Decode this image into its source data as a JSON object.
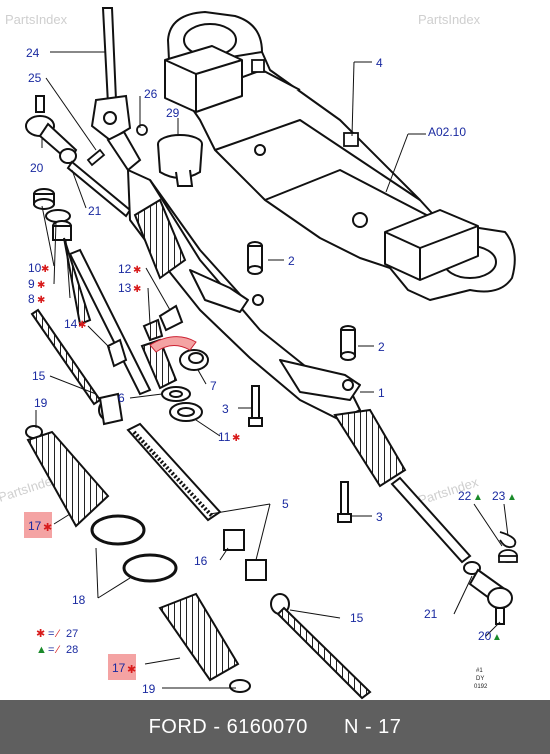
{
  "watermark": "PartsIndex",
  "callouts": {
    "c1": "1",
    "c2a": "2",
    "c2b": "2",
    "c3a": "3",
    "c3b": "3",
    "c4": "4",
    "c5": "5",
    "c6": "6",
    "c7": "7",
    "c8": "8",
    "c9": "9",
    "c10": "10",
    "c11": "11",
    "c12": "12",
    "c13": "13",
    "c14": "14",
    "c15a": "15",
    "c15b": "15",
    "c16": "16",
    "c17a": "17",
    "c17b": "17",
    "c18": "18",
    "c19a": "19",
    "c19b": "19",
    "c20a": "20",
    "c20b": "20",
    "c21a": "21",
    "c21b": "21",
    "c22": "22",
    "c23": "23",
    "c24": "24",
    "c25": "25",
    "c26": "26",
    "c29": "29",
    "ref": "A02.10"
  },
  "legend": {
    "star_ref": "27",
    "triangle_ref": "28"
  },
  "drawing_code": {
    "line1": "#1",
    "line2": "DY",
    "line3": "0192"
  },
  "footer": {
    "brand": "FORD",
    "sep": "-",
    "part_number": "6160070",
    "page": "N - 17"
  },
  "colors": {
    "callout_text": "#1a2aa0",
    "star": "#d81b1b",
    "triangle": "#1a8a2a",
    "highlight": "#f4a3a3",
    "footer_bg": "#5f5f5f"
  }
}
